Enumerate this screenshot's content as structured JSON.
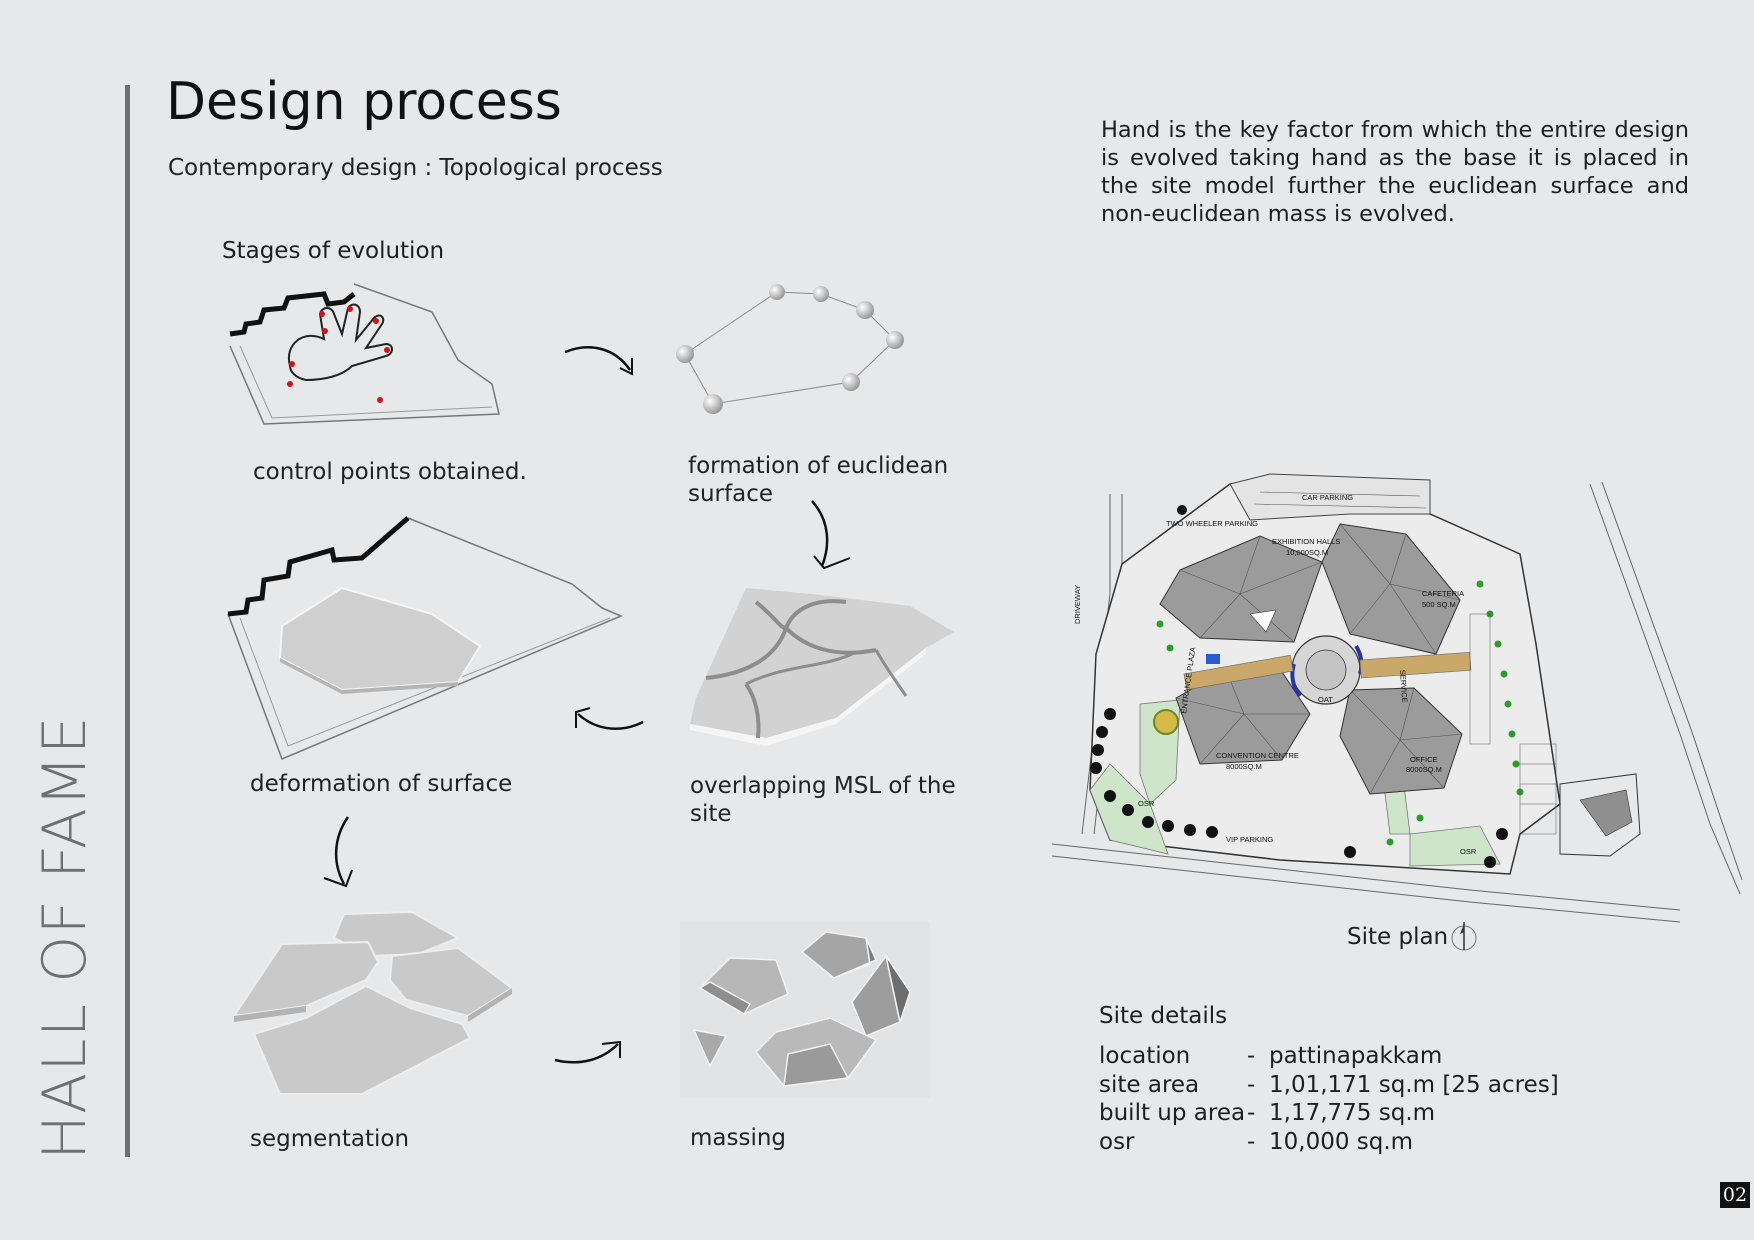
{
  "side_title": "HALL OF FAME",
  "title": "Design process",
  "subtitle": "Contemporary design : Topological process",
  "stages_heading": "Stages of evolution",
  "stages": [
    {
      "caption": "control points obtained."
    },
    {
      "caption": "formation of euclidean surface"
    },
    {
      "caption": "deformation of surface"
    },
    {
      "caption": "overlapping MSL of the site"
    },
    {
      "caption": "segmentation"
    },
    {
      "caption": "massing"
    }
  ],
  "description": "Hand is the key factor from which the entire design is evolved taking hand as the base it is placed in the site model further the euclidean surface and non-euclidean mass is evolved.",
  "site_plan": {
    "caption": "Site plan",
    "labels": {
      "car_parking": "CAR PARKING",
      "two_wheeler": "TWO WHEELER PARKING",
      "exhibition": "EXHIBITION HALLS",
      "exhibition_area": "10,000SQ.M",
      "cafeteria": "CAFETERIA",
      "cafeteria_area": "500  SQ.M",
      "convention": "CONVENTION CENTRE",
      "convention_area": "8000SQ.M",
      "office": "OFFICE",
      "office_area": "8000SQ.M",
      "oat": "OAT",
      "osr_left": "OSR",
      "osr_right": "OSR",
      "driveway": "DRIVEWAY",
      "entrance_plaza": "ENTRANCE PLAZA",
      "service": "SERVICE",
      "vip_parking": "VIP PARKING"
    }
  },
  "site_details": {
    "heading": "Site details",
    "rows": [
      {
        "key": "location",
        "sep": "-",
        "value": "pattinapakkam"
      },
      {
        "key": "site area",
        "sep": "-",
        "value": "1,01,171 sq.m [25 acres]"
      },
      {
        "key": "built up area",
        "sep": "-",
        "value": "1,17,775 sq.m"
      },
      {
        "key": "osr",
        "sep": "-",
        "value": "10,000 sq.m"
      }
    ]
  },
  "page_number": "02",
  "colors": {
    "background": "#e7e8ea",
    "rule": "#6f6f6f",
    "accent_red": "#d0161b",
    "plan_green": "#cfe5c9"
  }
}
